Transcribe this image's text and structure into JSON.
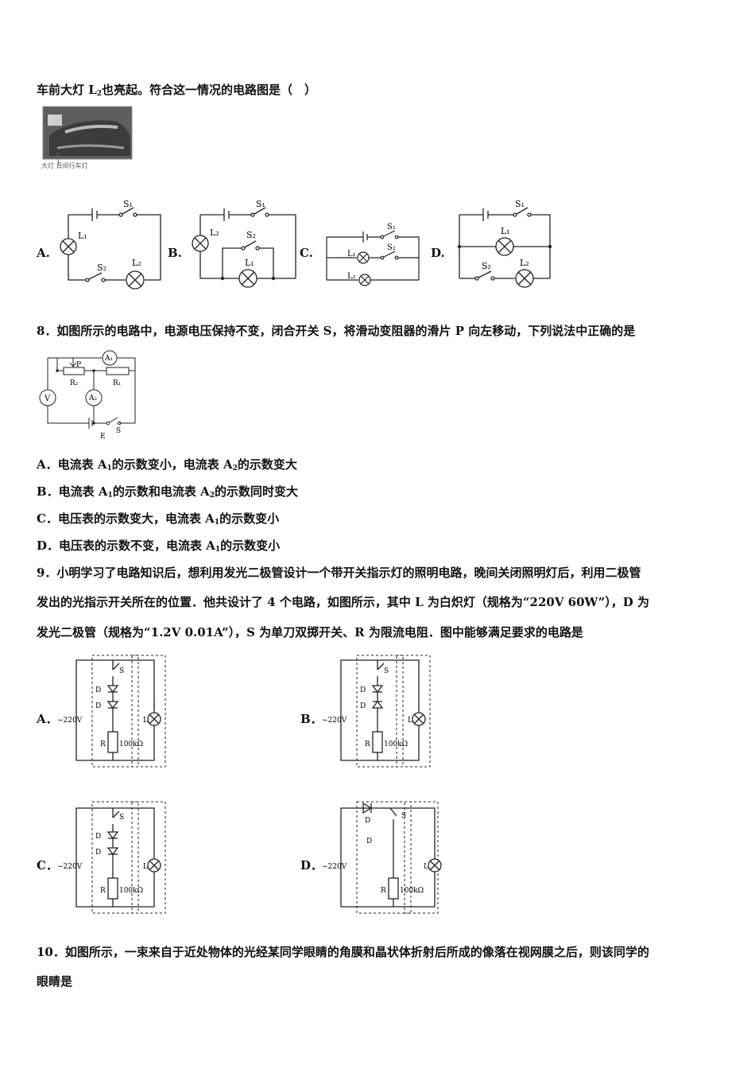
{
  "q7_tail": {
    "pre": "车前大灯 L",
    "sub": "2",
    "post": "也亮起。符合这一情况的电路图是（　）"
  },
  "photo_caption": "大灯 日间行车灯",
  "q7_options": [
    "A.",
    "B.",
    "C.",
    "D."
  ],
  "q7_labels": {
    "s1": "S₁",
    "s2": "S₂",
    "l1": "L₁",
    "l2": "L₂"
  },
  "q8": {
    "stem": "8．如图所示的电路中，电源电压保持不变，闭合开关 S，将滑动变阻器的滑片 P 向左移动，下列说法中正确的是",
    "fig": {
      "a1": "A₁",
      "a2": "A₂",
      "v": "V",
      "p": "P",
      "r2": "R₂",
      "r1": "R₁",
      "e": "E",
      "s": "S"
    },
    "options": [
      {
        "pre": "A．电流表 A",
        "s1": "1",
        "mid": "的示数变小，电流表 A",
        "s2": "2",
        "post": "的示数变大"
      },
      {
        "pre": "B．电流表 A",
        "s1": "1",
        "mid": "的示数和电流表 A",
        "s2": "2",
        "post": "的示数同时变大"
      },
      {
        "pre": "C．电压表的示数变大，电流表 A",
        "s1": "1",
        "post": "的示数变小"
      },
      {
        "pre": "D．电压表的示数不变，电流表 A",
        "s1": "1",
        "post": "的示数变小"
      }
    ]
  },
  "q9": {
    "lines": [
      "9．小明学习了电路知识后，想利用发光二极管设计一个带开关指示灯的照明电路，晚间关闭照明灯后，利用二极管",
      "发出的光指示开关所在的位置．他共设计了 4 个电路，如图所示，其中 L 为白炽灯（规格为“220V 60W”），D 为",
      "发光二极管（规格为“1.2V 0.01A”），S 为单刀双掷开关、R 为限流电阻．图中能够满足要求的电路是"
    ],
    "options": [
      "A．",
      "B．",
      "C．",
      "D．"
    ],
    "fig": {
      "s": "S",
      "d": "D",
      "r": "R",
      "ohm": "100kΩ",
      "l": "L",
      "v": "~220V"
    }
  },
  "q10": {
    "lines": [
      "10．如图所示，一束来自于近处物体的光经某同学眼睛的角膜和晶状体折射后所成的像落在视网膜之后，则该同学的",
      "眼睛是"
    ]
  }
}
